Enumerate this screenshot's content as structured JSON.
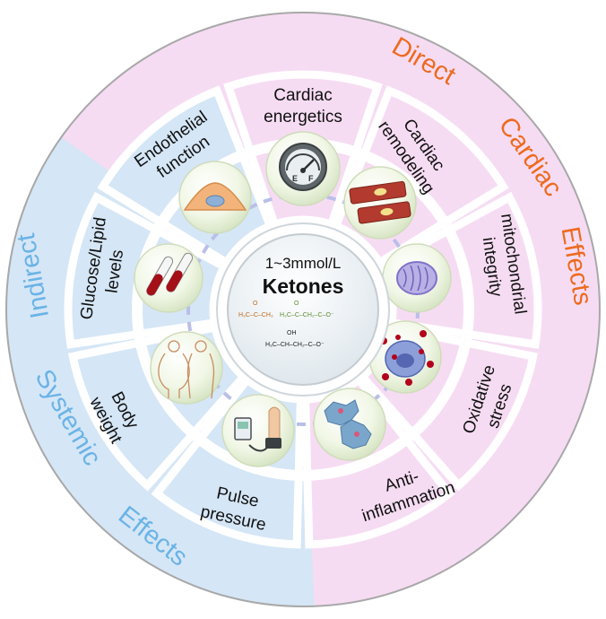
{
  "center": {
    "concentration": "1~3mmol/L",
    "title": "Ketones",
    "formula_1": "H₃C–C–CH₃",
    "formula_2": "H₃C–C–CH₂–C–O⁻",
    "formula_3": "H₃C–CH–CH₂–C–O⁻",
    "formula_o": "O",
    "formula_oh": "OH"
  },
  "ring": {
    "direct_words": [
      "Direct",
      "Cardiac",
      "Effects"
    ],
    "indirect_words": [
      "Indirect",
      "Systemic",
      "Effects"
    ],
    "direct_color": "#ee6a1f",
    "indirect_color": "#6ab3e6"
  },
  "segments": {
    "cardiac_energetics": [
      "Cardiac",
      "energetics"
    ],
    "cardiac_remodeling": [
      "Cardiac",
      "remodeling"
    ],
    "mitochondrial_integrity": [
      "mitochondrial",
      "integrity"
    ],
    "oxidative_stress": [
      "Oxidative",
      "stress"
    ],
    "anti_inflammation": [
      "Anti-",
      "inflammation"
    ],
    "pulse_pressure": [
      "Pulse",
      "pressure"
    ],
    "body_weight": [
      "Body",
      "weight"
    ],
    "glucose_lipid": [
      "Glucose/Lipid",
      "levels"
    ],
    "endothelial_function": [
      "Endothelial",
      "function"
    ]
  },
  "gauge_letters": {
    "empty": "E",
    "full": "F"
  },
  "colors": {
    "direct_bg": "#f6dcf3",
    "indirect_bg": "#d5e6f6"
  },
  "icons": [
    "fuel-gauge-icon",
    "cardiomyocyte-icon",
    "mitochondrion-icon",
    "ros-cell-icon",
    "macrophage-icon",
    "blood-pressure-monitor-icon",
    "body-silhouettes-icon",
    "blood-tubes-icon",
    "endothelial-cell-icon"
  ]
}
